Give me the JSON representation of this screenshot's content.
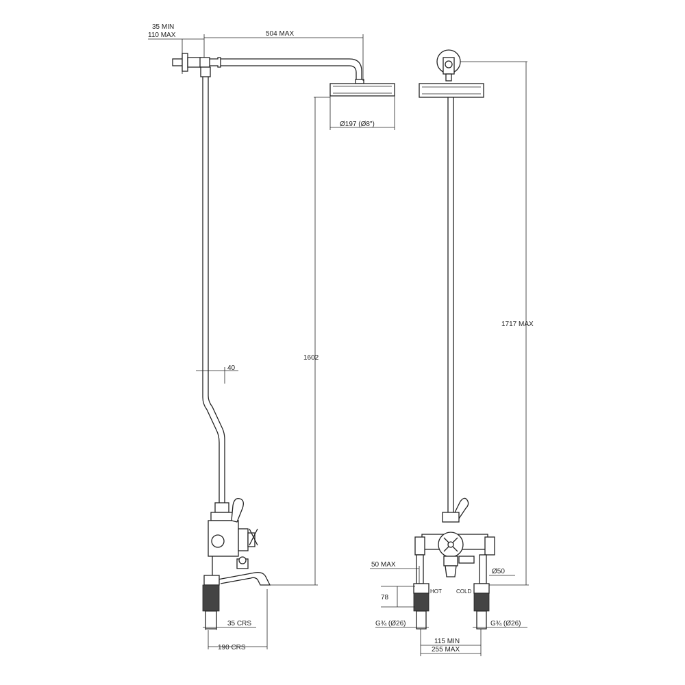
{
  "dimensions": {
    "min_offset": "35 MIN",
    "max_offset": "110 MAX",
    "arm_length": "504 MAX",
    "head_diameter": "Ø197 (Ø8\")",
    "riser_offset": "40",
    "head_height": "1602",
    "overall_height": "1717 MAX",
    "spout_crs": "35 CRS",
    "outlet_crs": "190 CRS",
    "leg_offset": "50 MAX",
    "leg_height": "78",
    "hot_label": "HOT",
    "cold_label": "COLD",
    "shroud_diameter": "Ø50",
    "thread_left": "G¾ (Ø26)",
    "thread_right": "G¾ (Ø26)",
    "centres_min": "115 MIN",
    "centres_max": "255 MAX"
  }
}
